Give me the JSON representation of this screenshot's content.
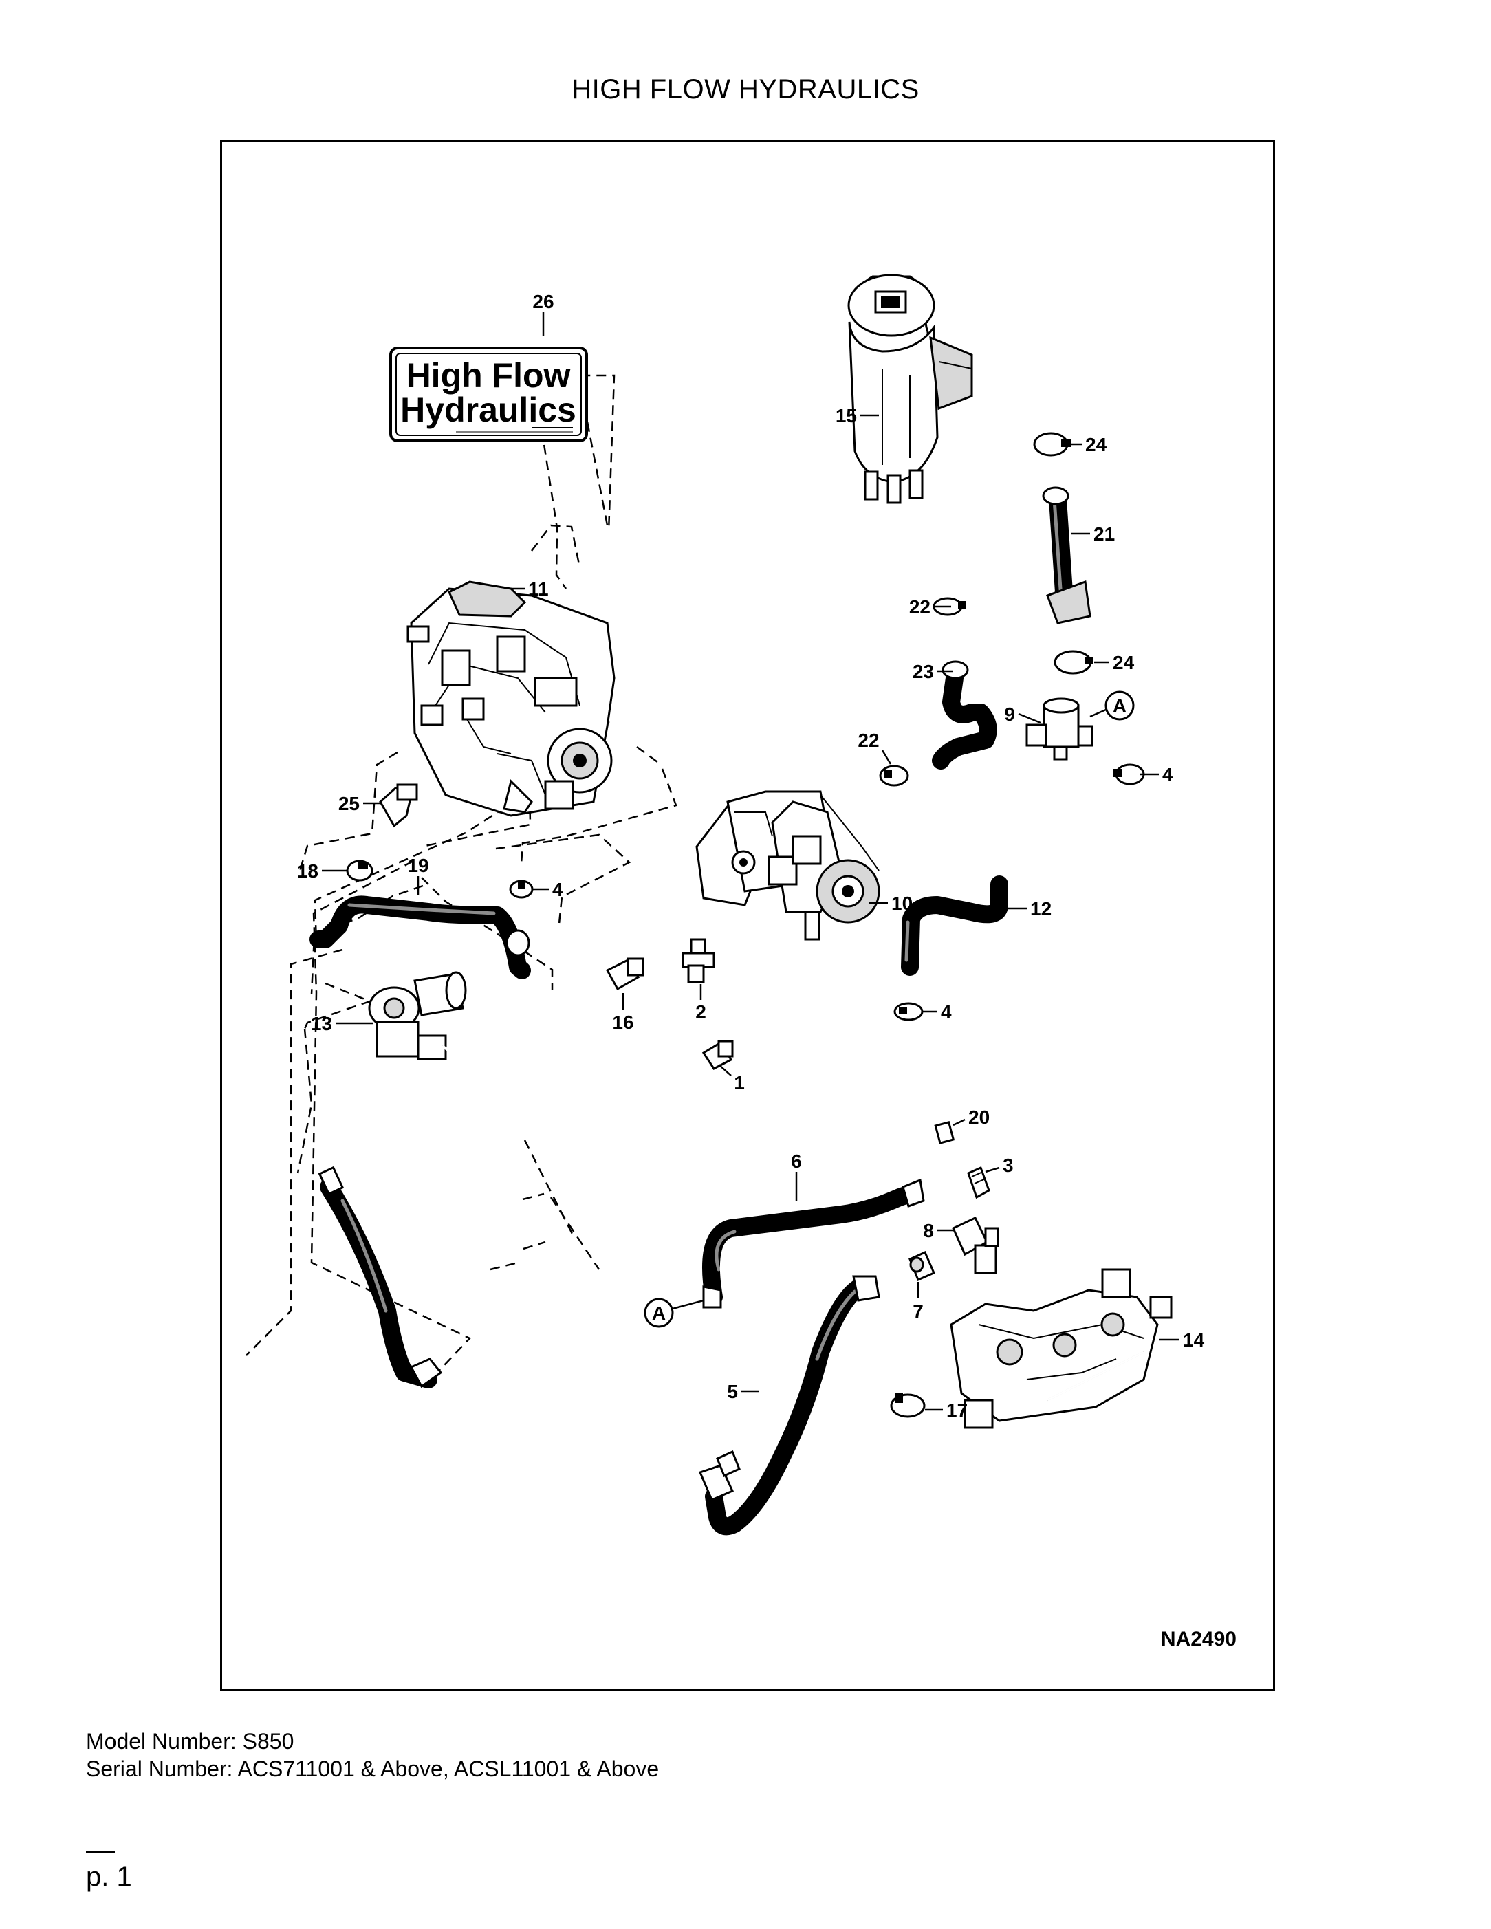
{
  "page": {
    "title": "HIGH FLOW HYDRAULICS",
    "drawing_id": "NA2490",
    "model_label": "Model Number: S850",
    "serial_label": "Serial Number: ACS711001 & Above, ACSL11001 & Above",
    "page_number": "p. 1"
  },
  "decal": {
    "line1": "High Flow",
    "line2": "Hydraulics"
  },
  "callouts": {
    "c1": "1",
    "c2": "2",
    "c3": "3",
    "c4a": "4",
    "c4b": "4",
    "c4c": "4",
    "c5": "5",
    "c6": "6",
    "c7": "7",
    "c8": "8",
    "c9": "9",
    "c10": "10",
    "c11": "11",
    "c12": "12",
    "c13": "13",
    "c14": "14",
    "c15": "15",
    "c16": "16",
    "c17": "17",
    "c18": "18",
    "c19": "19",
    "c20": "20",
    "c21": "21",
    "c22a": "22",
    "c22b": "22",
    "c23": "23",
    "c24a": "24",
    "c24b": "24",
    "c25": "25",
    "c26": "26"
  },
  "connectors": {
    "a_top": "A",
    "a_bottom": "A"
  }
}
